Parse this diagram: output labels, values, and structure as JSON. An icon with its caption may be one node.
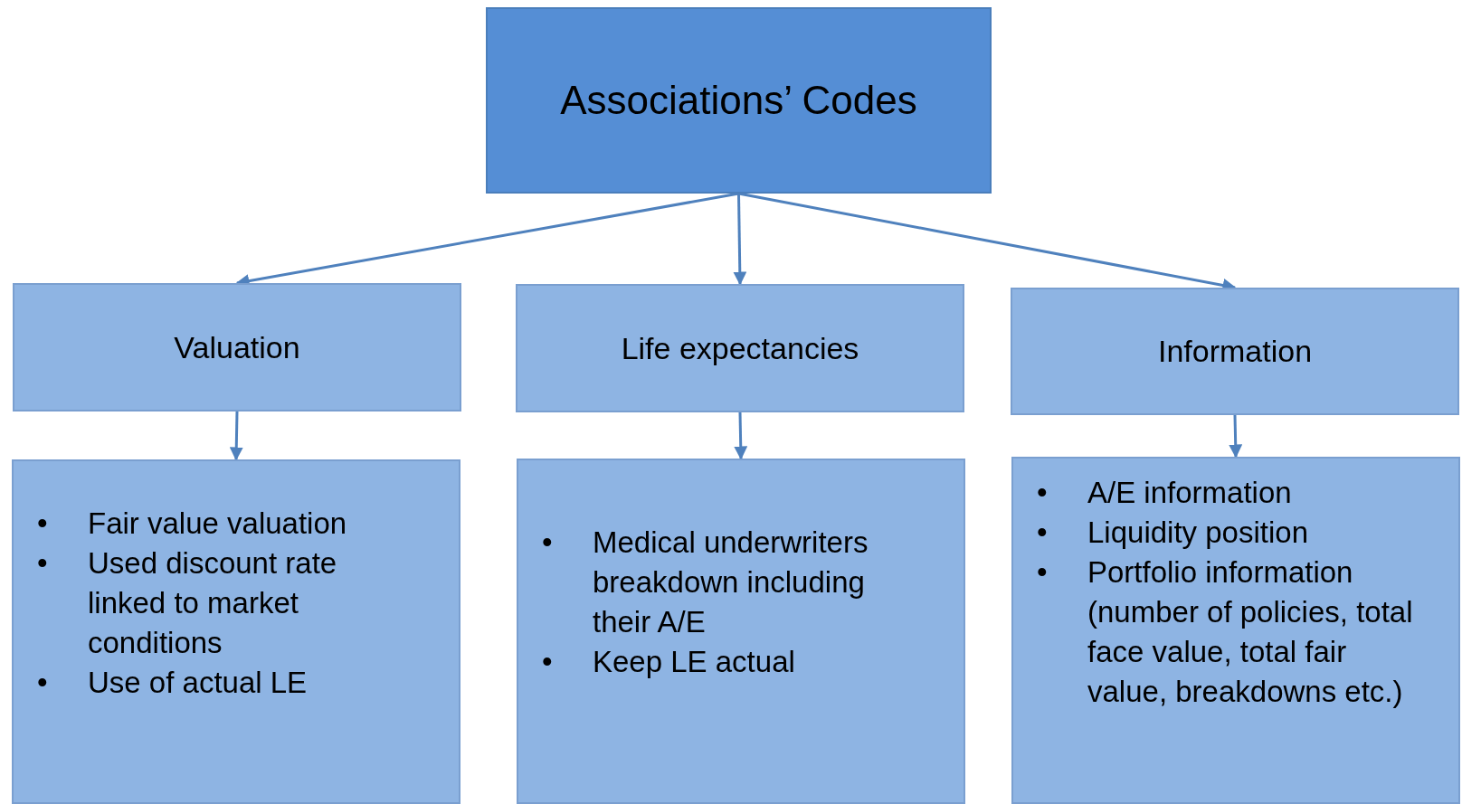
{
  "diagram": {
    "nodes": [
      {
        "text": [
          "Associations’ Codes"
        ]
      },
      {
        "text": [
          "Valuation"
        ]
      },
      {
        "text": [
          "Life expectancies"
        ]
      },
      {
        "text": [
          "Information"
        ]
      },
      {
        "text": [
          "•",
          "Fair value valuation",
          "•",
          "Used discount rate linked to market conditions",
          "•",
          "Use of actual LE"
        ]
      },
      {
        "text": [
          "•",
          "Medical underwriters breakdown including their A/E",
          "•",
          "Keep LE actual"
        ]
      },
      {
        "text": [
          "•",
          "A/E information",
          "•",
          "Liquidity position",
          "•",
          "Portfolio information (number of policies, total face value, total fair value, breakdowns etc.)"
        ]
      }
    ],
    "edges": [
      {
        "from": 0,
        "to": 1,
        "arrow": "to"
      },
      {
        "from": 0,
        "to": 2,
        "arrow": "to"
      },
      {
        "from": 0,
        "to": 3,
        "arrow": "to"
      },
      {
        "from": 1,
        "to": 4,
        "arrow": "to"
      },
      {
        "from": 2,
        "to": 5,
        "arrow": "to"
      },
      {
        "from": 3,
        "to": 6,
        "arrow": "to"
      }
    ]
  }
}
